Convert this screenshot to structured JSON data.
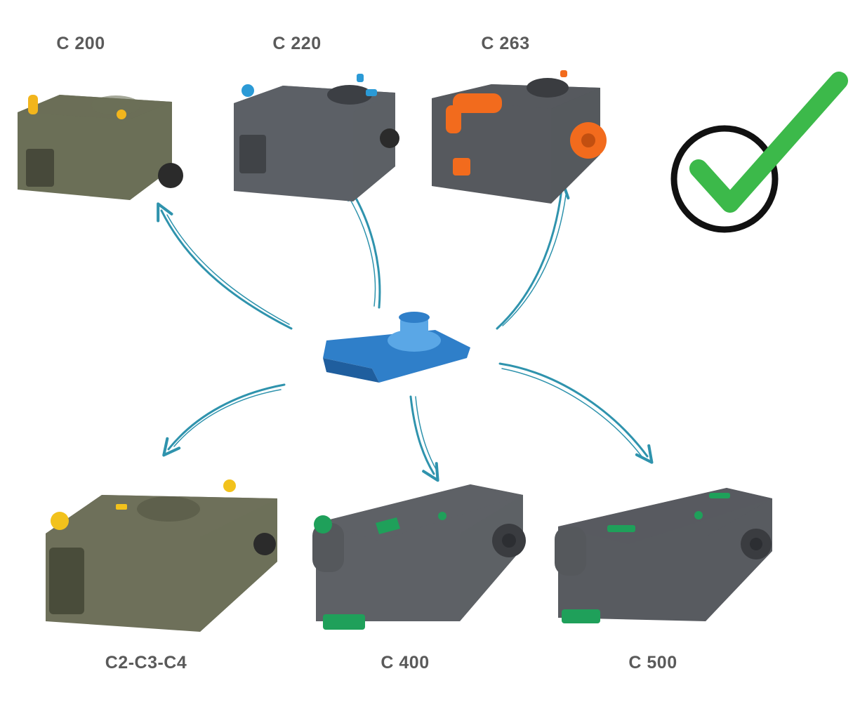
{
  "products": [
    {
      "id": "c200",
      "label": "C 200",
      "body_color": "#6b6f57",
      "accent_color": "#f2b51c"
    },
    {
      "id": "c220",
      "label": "C 220",
      "body_color": "#5c6066",
      "accent_color": "#2b9ad6"
    },
    {
      "id": "c263",
      "label": "C 263",
      "body_color": "#56595e",
      "accent_color": "#f26b1d"
    },
    {
      "id": "c2c3c4",
      "label": "C2-C3-C4",
      "body_color": "#6e705a",
      "accent_color": "#f2c21c"
    },
    {
      "id": "c400",
      "label": "C 400",
      "body_color": "#5e6166",
      "accent_color": "#1fa05a"
    },
    {
      "id": "c500",
      "label": "C 500",
      "body_color": "#585b60",
      "accent_color": "#1fa05a"
    }
  ],
  "center_part": {
    "icon": "blue-adapter-plate-icon",
    "color": "#2f7fc9"
  },
  "arrows": {
    "color": "#2f93ad"
  },
  "checkmark": {
    "icon": "green-checkmark-circle-icon",
    "check_color": "#3cb94a",
    "ring_color": "#111111"
  }
}
